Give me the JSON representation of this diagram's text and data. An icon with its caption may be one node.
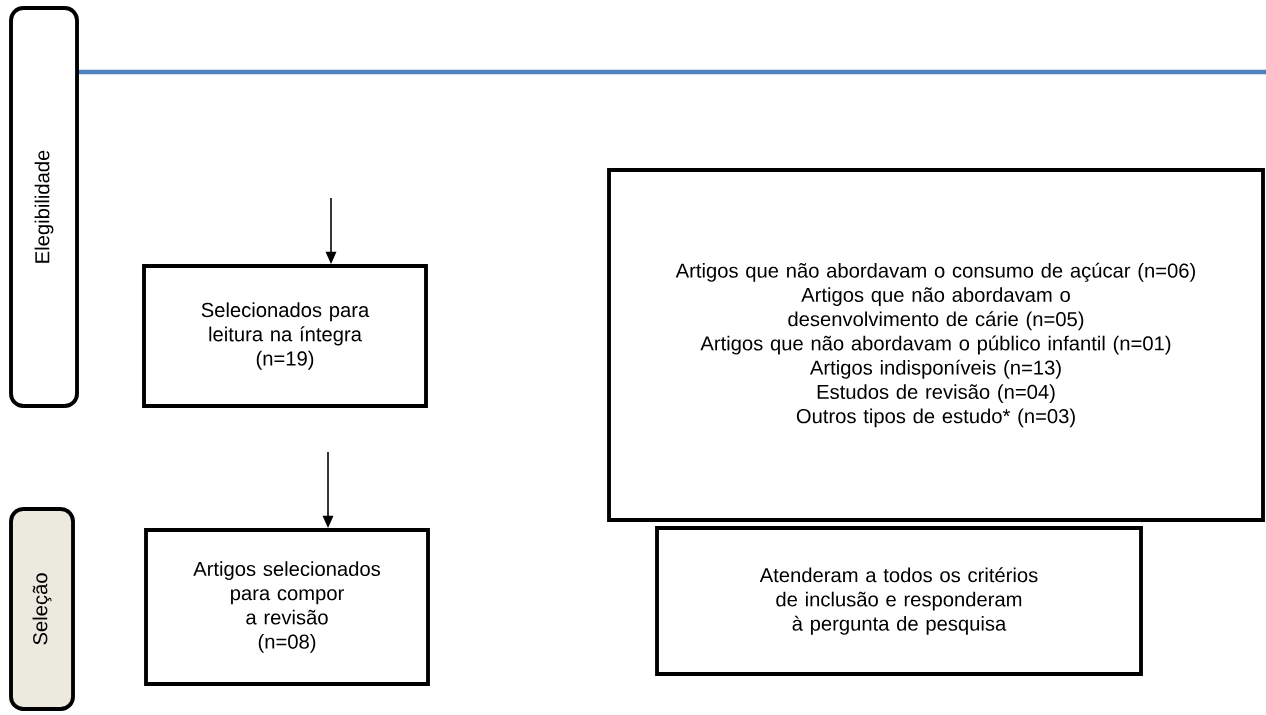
{
  "diagram": {
    "nodes": [
      {
        "text": [
          "Elegibilidade"
        ]
      },
      {
        "text": [
          "Seleção"
        ]
      },
      {
        "text": [
          "Selecionados para leitura na íntegra",
          "(n=19)"
        ]
      },
      {
        "text": [
          "Artigos que não abordavam o consumo de açúcar (n=06)",
          "Artigos que não abordavam o desenvolvimento de cárie (n=05)",
          "Artigos que não abordavam o público infantil (n=01)",
          "Artigos indisponíveis (n=13)",
          "Estudos de revisão (n=04)",
          "Outros tipos de estudo* (n=03)"
        ]
      },
      {
        "text": [
          "Artigos selecionados para compor a revisão",
          "(n=08)"
        ]
      },
      {
        "text": [
          "Atenderam a todos os critérios de inclusão e responderam à pergunta de pesquisa"
        ]
      }
    ],
    "edges": [
      {
        "from": null,
        "to": 2,
        "arrow": "to"
      },
      {
        "from": 2,
        "to": 4,
        "arrow": "to"
      }
    ]
  }
}
